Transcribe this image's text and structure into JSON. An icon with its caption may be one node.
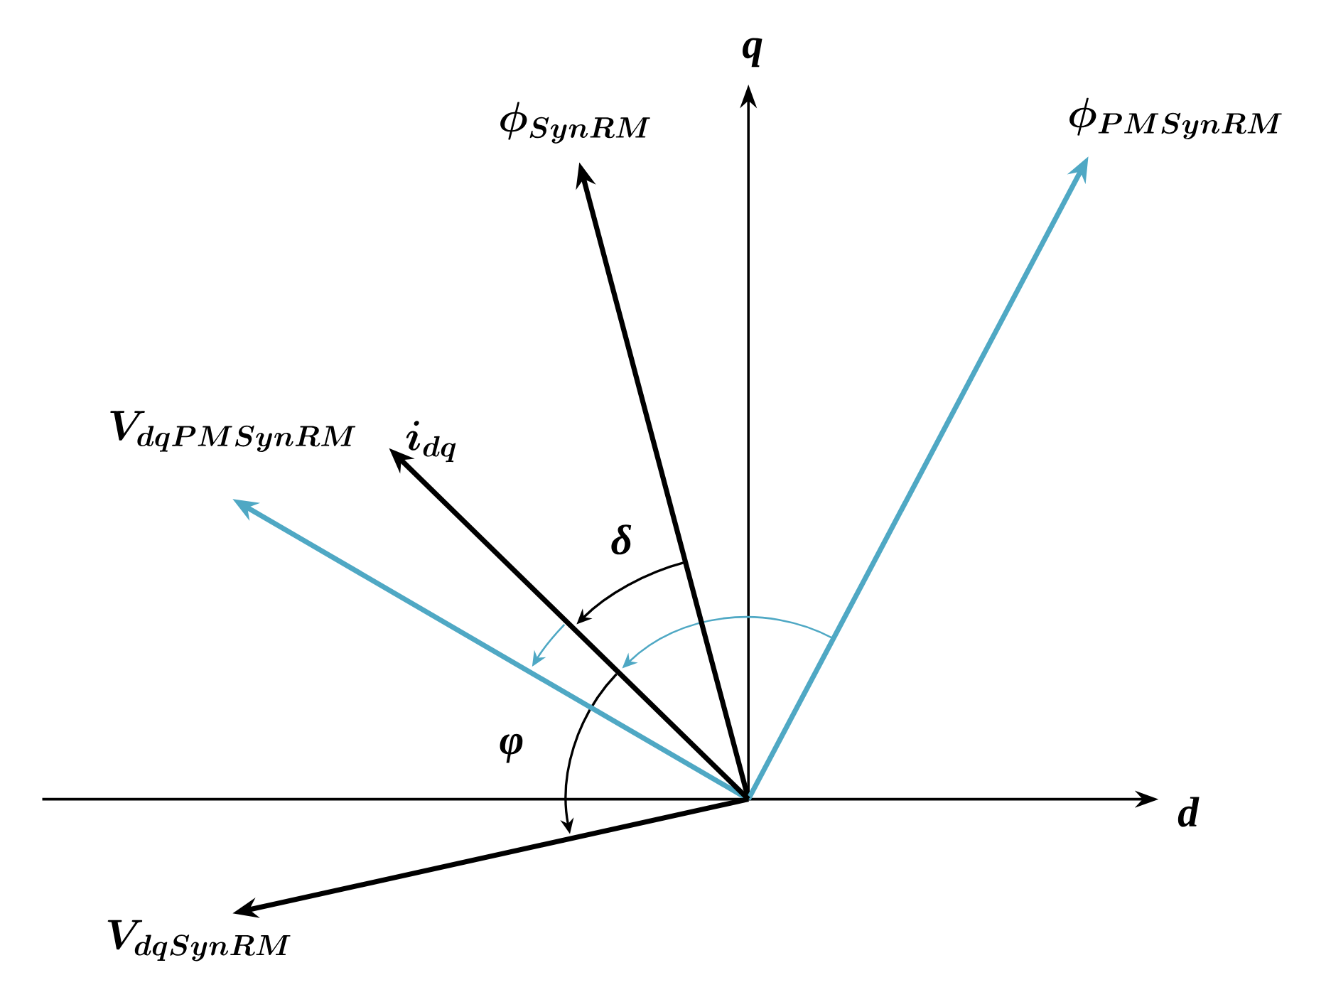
{
  "diagram": {
    "nodes": [
      {
        "text": [
          "\\boldsymbol{\\phi_{SynRM}}"
        ]
      },
      {
        "text": [
          "\\boldsymbol{\\phi_{PMSynRM}}"
        ]
      },
      {
        "text": [
          "\\boldsymbol{V_{dqPMSynRM}}"
        ]
      },
      {
        "text": [
          "\\boldsymbol{i_{dq}}"
        ]
      },
      {
        "text": [
          "\\boldsymbol{V_{dqSynRM}}"
        ]
      }
    ],
    "edges": [
      {
        "from": null,
        "to": 0,
        "arrow": "to"
      },
      {
        "from": null,
        "to": 1,
        "arrow": "to",
        "color": "#4fa8c4"
      },
      {
        "from": null,
        "to": 2,
        "arrow": "to",
        "color": "#4fa8c4"
      },
      {
        "from": null,
        "to": 3,
        "arrow": "to"
      },
      {
        "from": null,
        "to": 4,
        "arrow": "to"
      }
    ],
    "labels": [
      "q",
      "δ",
      "φ",
      "d"
    ]
  }
}
